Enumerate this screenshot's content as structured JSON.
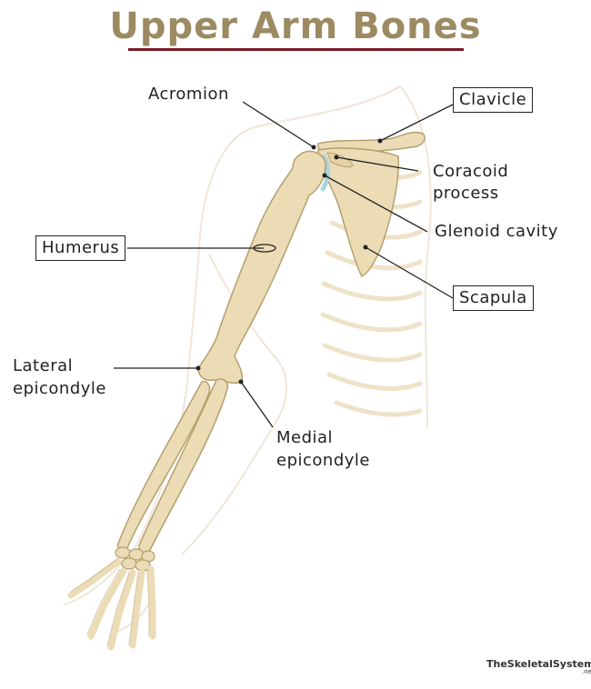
{
  "title": "Upper Arm Bones",
  "labels": {
    "acromion": "Acromion",
    "clavicle": "Clavicle",
    "coracoid_line1": "Coracoid",
    "coracoid_line2": "process",
    "glenoid": "Glenoid cavity",
    "humerus": "Humerus",
    "scapula": "Scapula",
    "lateral_line1": "Lateral",
    "lateral_line2": "epicondyle",
    "medial_line1": "Medial",
    "medial_line2": "epicondyle"
  },
  "brand": {
    "name": "TheSkeletalSystem",
    "suffix": ".net"
  },
  "colors": {
    "title": "#9c8a62",
    "rule": "#7a1a22",
    "bone": "#ecdcb5",
    "bone_outline": "#b59f6e",
    "silhouette": "#efe8dc",
    "glenoid": "#a8d4dc"
  }
}
